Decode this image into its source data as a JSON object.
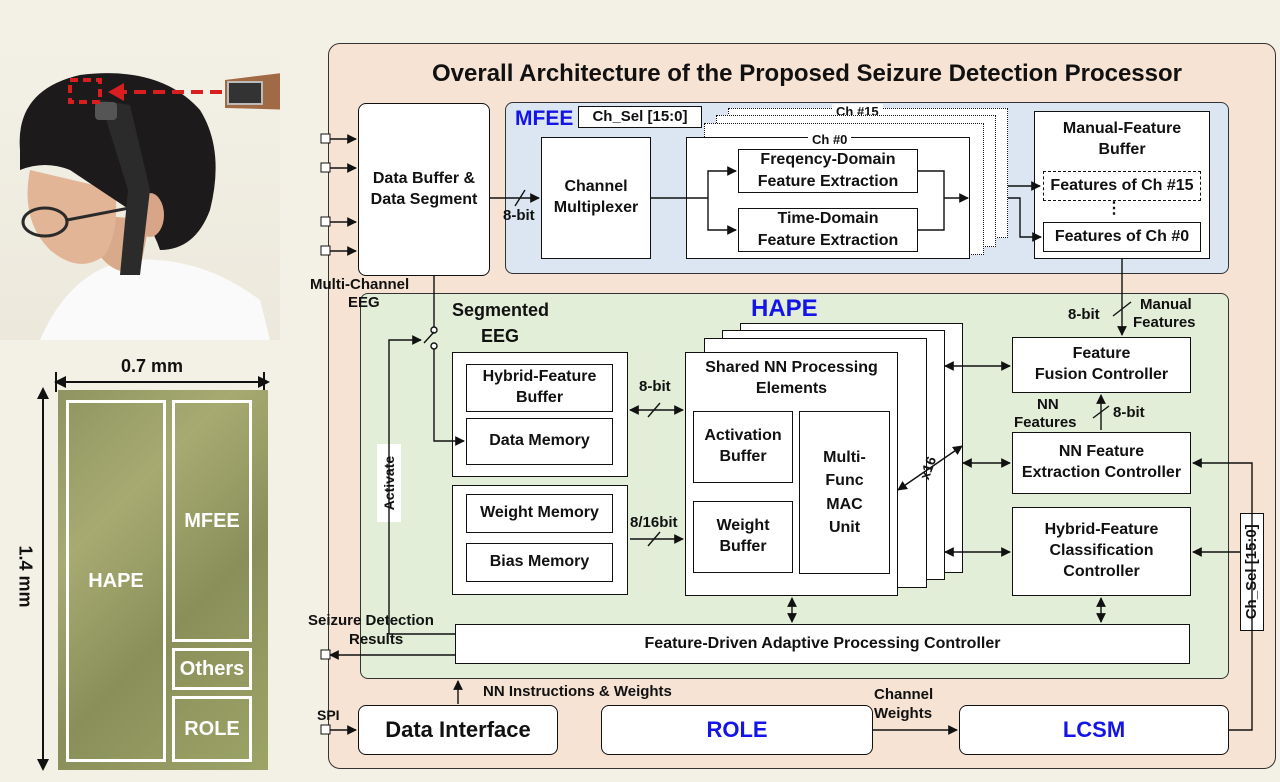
{
  "title": "Overall Architecture of the Proposed Seizure Detection Processor",
  "chip": {
    "width_label": "0.7 mm",
    "height_label": "1.4 mm",
    "hape": "HAPE",
    "mfee": "MFEE",
    "others": "Others",
    "role": "ROLE"
  },
  "inputs": {
    "multi_channel": "Multi-Channel",
    "eeg": "EEG",
    "spi": "SPI"
  },
  "blocks": {
    "data_buffer_line1": "Data Buffer &",
    "data_buffer_line2": "Data Segment",
    "mfee_label": "MFEE",
    "ch_sel": "Ch_Sel [15:0]",
    "ch15": "Ch #15",
    "ch0": "Ch #0",
    "channel_mux_line1": "Channel",
    "channel_mux_line2": "Multiplexer",
    "freq_line1": "Freqency-Domain",
    "freq_line2": "Feature Extraction",
    "time_line1": "Time-Domain",
    "time_line2": "Feature Extraction",
    "mfb_line1": "Manual-Feature",
    "mfb_line2": "Buffer",
    "feat_ch15": "Features of Ch #15",
    "feat_dots": "⋮",
    "feat_ch0": "Features of Ch #0",
    "bit8_a": "8-bit",
    "hape_label": "HAPE",
    "segmented_line1": "Segmented",
    "segmented_line2": "EEG",
    "hybrid_buffer_line1": "Hybrid-Feature",
    "hybrid_buffer_line2": "Buffer",
    "data_memory": "Data Memory",
    "weight_memory": "Weight Memory",
    "bias_memory": "Bias Memory",
    "bit8_b": "8-bit",
    "bit816": "8/16bit",
    "shared_line1": "Shared NN Processing",
    "shared_line2": "Elements",
    "act_line1": "Activation",
    "act_line2": "Buffer",
    "wbuf_line1": "Weight",
    "wbuf_line2": "Buffer",
    "mac_line1": "Multi-",
    "mac_line2": "Func",
    "mac_line3": "MAC",
    "mac_line4": "Unit",
    "x16": "x16",
    "ffc_line1": "Feature",
    "ffc_line2": "Fusion Controller",
    "nnfec_line1": "NN Feature",
    "nnfec_line2": "Extraction Controller",
    "hfcc_line1": "Hybrid-Feature",
    "hfcc_line2": "Classification",
    "hfcc_line3": "Controller",
    "bit8_c": "8-bit",
    "manual_line1": "Manual",
    "manual_line2": "Features",
    "bit8_d": "8-bit",
    "nn_line1": "NN",
    "nn_line2": "Features",
    "activate": "Activate",
    "seizure_line1": "Seizure Detection",
    "seizure_line2": "Results",
    "fdapc": "Feature-Driven Adaptive Processing Controller",
    "ch_sel_vert": "Ch_Sel [15:0]",
    "nn_instr": "NN Instructions & Weights",
    "data_interface": "Data Interface",
    "role": "ROLE",
    "channel_line1": "Channel",
    "channel_line2": "Weights",
    "lcsm": "LCSM"
  },
  "colors": {
    "main_bg": "#f6e3d3",
    "mfee_bg": "#dbe6f2",
    "hape_bg": "#e2eed8",
    "accent_blue": "#1414e6",
    "arrow_red": "#d81e1e"
  }
}
